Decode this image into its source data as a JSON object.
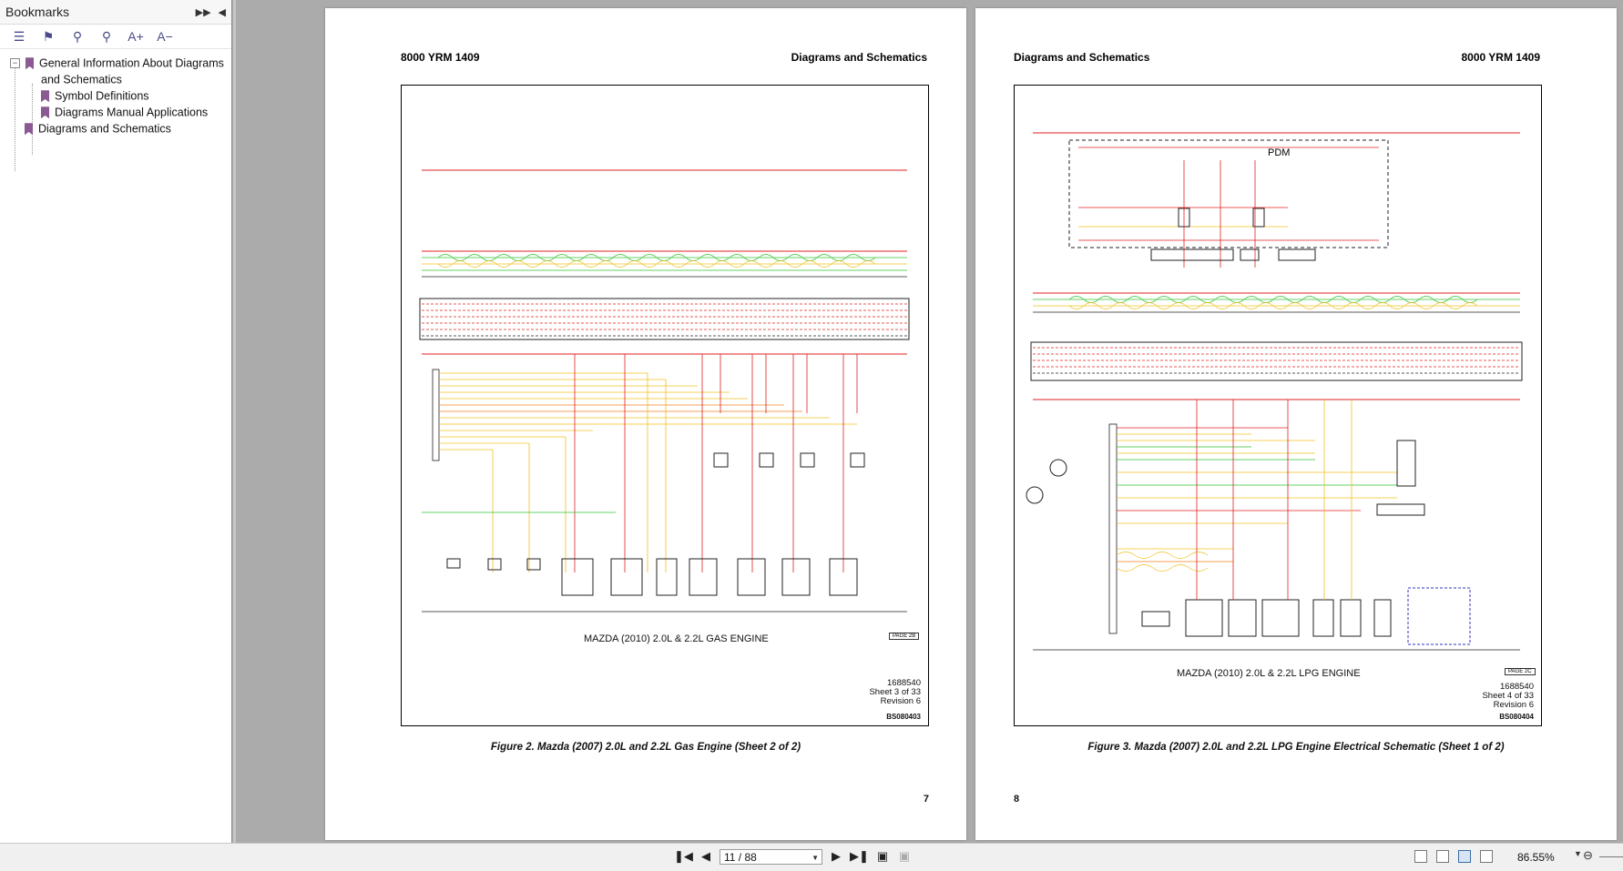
{
  "bookmarks": {
    "title": "Bookmarks",
    "items": [
      {
        "label_line1": "General Information About Diagrams",
        "label_line2": "and Schematics"
      },
      {
        "label": "Symbol Definitions"
      },
      {
        "label": "Diagrams Manual Applications"
      },
      {
        "label": "Diagrams and Schematics"
      }
    ]
  },
  "pages": {
    "left": {
      "header_left": "8000 YRM 1409",
      "header_right": "Diagrams and Schematics",
      "engine_title": "MAZDA (2010) 2.0L & 2.2L GAS ENGINE",
      "page_tag": "PAGE 2B",
      "doc_number": "1688540",
      "sheet": "Sheet 3 of 33",
      "revision": "Revision 6",
      "code": "BS080403",
      "caption": "Figure 2. Mazda (2007) 2.0L and 2.2L Gas Engine (Sheet 2 of 2)",
      "page_number": "7"
    },
    "right": {
      "header_left": "Diagrams and Schematics",
      "header_right": "8000 YRM 1409",
      "engine_title": "MAZDA (2010) 2.0L & 2.2L LPG ENGINE",
      "pdm_label": "PDM",
      "page_tag": "PAGE 2C",
      "doc_number": "1688540",
      "sheet": "Sheet 4 of 33",
      "revision": "Revision 6",
      "code": "BS080404",
      "caption": "Figure 3. Mazda (2007) 2.0L and 2.2L LPG Engine Electrical Schematic (Sheet 1 of 2)",
      "page_number": "8"
    }
  },
  "statusbar": {
    "page_field": "11 / 88",
    "zoom": "86.55%"
  },
  "colors": {
    "wire_red": "#e02020",
    "wire_yellow": "#f0c020",
    "wire_green": "#30c030",
    "wire_orange": "#f08020",
    "bookmark_flag": "#8a5a92"
  }
}
